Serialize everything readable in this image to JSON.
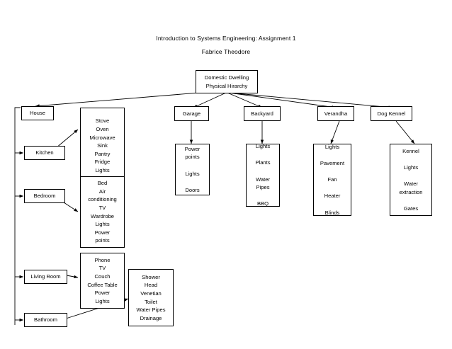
{
  "header": {
    "title": "Introduction to Systems Engineering: Assignment 1",
    "author": "Fabrice Theodore"
  },
  "diagram": {
    "root": {
      "line1": "Domestic Dwelling",
      "line2": "Physical Hirarchy"
    },
    "level1": {
      "house": "House",
      "garage": "Garage",
      "backyard": "Backyard",
      "verandha": "Verandha",
      "dog_kennel": "Dog Kennel"
    },
    "rooms": {
      "kitchen": "Kitchen",
      "bedroom": "Bedroom",
      "living_room": "Living Room",
      "bathroom": "Bathroom"
    },
    "details": {
      "kitchen_items": [
        "Stove",
        "Oven",
        "Microwave",
        "Sink",
        "Pantry",
        "Fridge",
        "Lights"
      ],
      "bedroom_items": [
        "Bed",
        "Air",
        "conditioning",
        "TV",
        "Wardrobe",
        "Lights",
        "Power",
        "points"
      ],
      "living_room_items": [
        "Phone",
        "TV",
        "Couch",
        "Coffee Table",
        "Power",
        "Lights"
      ],
      "bathroom_items": [
        "Shower",
        "Head",
        "Venetian",
        "Toilet",
        "Water Pipes",
        "Drainage"
      ],
      "garage_items": [
        "Power",
        "points",
        "",
        "Lights",
        "",
        "Doors"
      ],
      "backyard_items": [
        "Lights",
        "",
        "Plants",
        "",
        "Water",
        "Pipes",
        "",
        "BBQ"
      ],
      "verandha_items": [
        "Lights",
        "",
        "Pavement",
        "",
        "Fan",
        "",
        "Heater",
        "",
        "Blinds"
      ],
      "dog_kennel_items": [
        "Kennel",
        "",
        "Lights",
        "",
        "Water",
        "extraction",
        "",
        "Gates"
      ]
    }
  },
  "colors": {
    "line": "#000000",
    "box_fill": "#ffffff",
    "text": "#000000"
  }
}
